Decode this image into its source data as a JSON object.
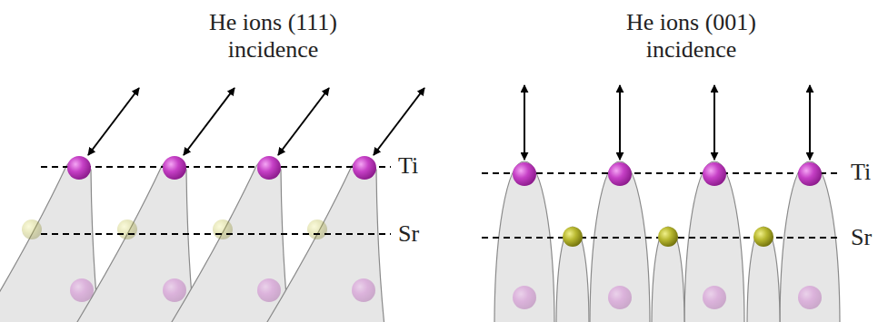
{
  "diagram": {
    "labels": [
      "He ions (111) incidence",
      "Ti",
      "Sr",
      "He ions (001) incidence",
      "Ti",
      "Sr"
    ]
  }
}
